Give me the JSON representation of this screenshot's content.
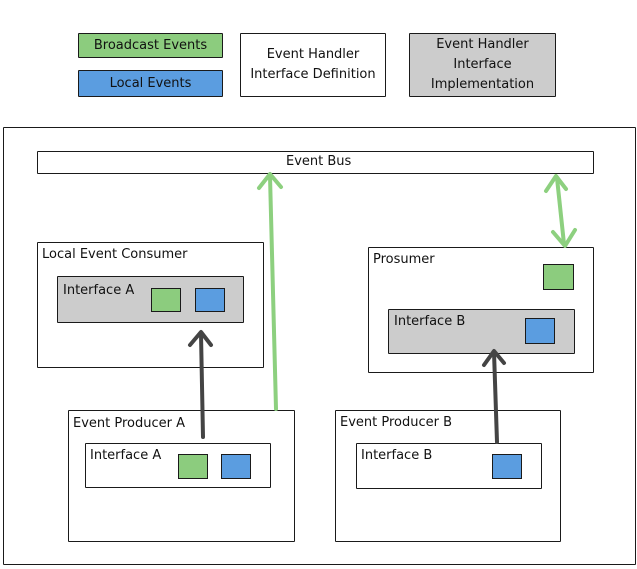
{
  "legend": {
    "broadcast_events": "Broadcast Events",
    "local_events": "Local Events",
    "interface_definition": "Event Handler\nInterface Definition",
    "interface_implementation": "Event Handler\nInterface\nImplementation"
  },
  "event_bus": {
    "label": "Event Bus"
  },
  "local_event_consumer": {
    "title": "Local Event Consumer",
    "interface_label": "Interface A"
  },
  "prosumer": {
    "title": "Prosumer",
    "interface_label": "Interface B"
  },
  "event_producer_a": {
    "title": "Event Producer A",
    "interface_label": "Interface A"
  },
  "event_producer_b": {
    "title": "Event Producer B",
    "interface_label": "Interface B"
  },
  "colors": {
    "broadcast": "#8ccc7e",
    "local": "#5b9de0",
    "implementation": "#cccccc",
    "broadcast_arrow": "#8dd07f",
    "local_arrow": "#444444"
  }
}
